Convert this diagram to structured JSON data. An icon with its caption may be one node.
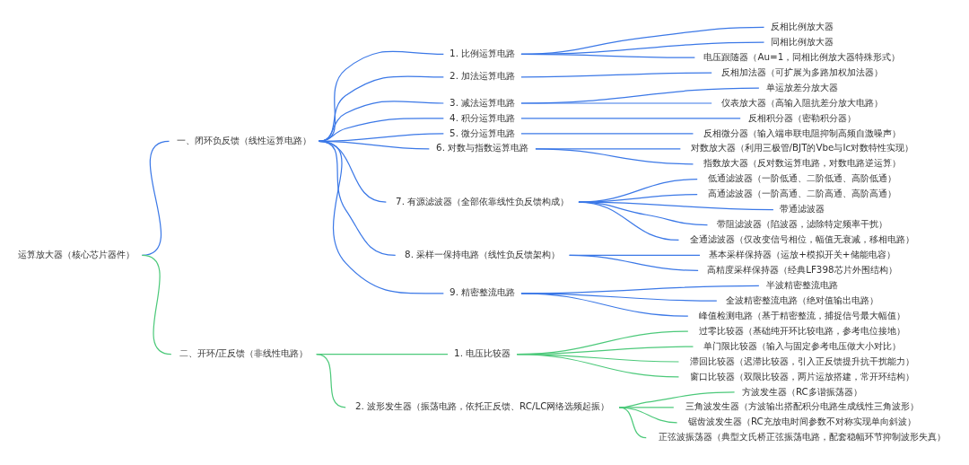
{
  "diagram": {
    "nodes": [
      {
        "text": [
          "运算放大器（核心芯片器件）"
        ]
      },
      {
        "text": [
          "一、闭环负反馈（线性运算电路）"
        ]
      },
      {
        "text": [
          "1. 比例运算电路"
        ]
      },
      {
        "text": [
          "反相比例放大器"
        ]
      },
      {
        "text": [
          "同相比例放大器"
        ]
      },
      {
        "text": [
          "电压跟随器（Au=1，同相比例放大器特殊形式）"
        ]
      },
      {
        "text": [
          "2. 加法运算电路"
        ]
      },
      {
        "text": [
          "反相加法器（可扩展为多路加权加法器）"
        ]
      },
      {
        "text": [
          "3. 减法运算电路"
        ]
      },
      {
        "text": [
          "单运放差分放大器"
        ]
      },
      {
        "text": [
          "仪表放大器（高输入阻抗差分放大电路）"
        ]
      },
      {
        "text": [
          "4. 积分运算电路"
        ]
      },
      {
        "text": [
          "反相积分器（密勒积分器）"
        ]
      },
      {
        "text": [
          "5. 微分运算电路"
        ]
      },
      {
        "text": [
          "反相微分器（输入端串联电阻抑制高频自激噪声）"
        ]
      },
      {
        "text": [
          "6. 对数与指数运算电路"
        ]
      },
      {
        "text": [
          "对数放大器（利用三极管/BJT的Vbe与Ic对数特性实现）"
        ]
      },
      {
        "text": [
          "指数放大器（反对数运算电路，对数电路逆运算）"
        ]
      },
      {
        "text": [
          "7. 有源滤波器（全部依靠线性负反馈构成）"
        ]
      },
      {
        "text": [
          "低通滤波器（一阶低通、二阶低通、高阶低通）"
        ]
      },
      {
        "text": [
          "高通滤波器（一阶高通、二阶高通、高阶高通）"
        ]
      },
      {
        "text": [
          "带通滤波器"
        ]
      },
      {
        "text": [
          "带阻滤波器（陷波器，滤除特定频率干扰）"
        ]
      },
      {
        "text": [
          "全通滤波器（仅改变信号相位，幅值无衰减，移相电路）"
        ]
      },
      {
        "text": [
          "8. 采样一保持电路（线性负反馈架构）"
        ]
      },
      {
        "text": [
          "基本采样保持器（运放+模拟开关+储能电容）"
        ]
      },
      {
        "text": [
          "高精度采样保持器（经典LF398芯片外围结构）"
        ]
      },
      {
        "text": [
          "9. 精密整流电路"
        ]
      },
      {
        "text": [
          "半波精密整流电路"
        ]
      },
      {
        "text": [
          "全波精密整流电路（绝对值输出电路）"
        ]
      },
      {
        "text": [
          "峰值检测电路（基于精密整流，捕捉信号最大幅值）"
        ]
      },
      {
        "text": [
          "二、开环/正反馈（非线性电路）"
        ]
      },
      {
        "text": [
          "1. 电压比较器"
        ]
      },
      {
        "text": [
          "过零比较器（基础纯开环比较电路，参考电位接地）"
        ]
      },
      {
        "text": [
          "单门限比较器（输入与固定参考电压做大小对比）"
        ]
      },
      {
        "text": [
          "滞回比较器（迟滞比较器，引入正反馈提升抗干扰能力）"
        ]
      },
      {
        "text": [
          "窗口比较器（双限比较器，两片运放搭建，常开环结构）"
        ]
      },
      {
        "text": [
          "2. 波形发生器（振荡电路，依托正反馈、RC/LC网络选频起振）"
        ]
      },
      {
        "text": [
          "方波发生器（RC多谐振荡器）"
        ]
      },
      {
        "text": [
          "三角波发生器（方波输出搭配积分电路生成线性三角波形）"
        ]
      },
      {
        "text": [
          "锯齿波发生器（RC充放电时间参数不对称实现单向斜波）"
        ]
      },
      {
        "text": [
          "正弦波振荡器（典型文氏桥正弦振荡电路，配套稳幅环节抑制波形失真）"
        ]
      }
    ],
    "edges": [
      {
        "from": 0,
        "to": 1,
        "arrow": "none"
      },
      {
        "from": 1,
        "to": 2,
        "arrow": "none"
      },
      {
        "from": 2,
        "to": 3,
        "arrow": "none"
      },
      {
        "from": 2,
        "to": 4,
        "arrow": "none"
      },
      {
        "from": 2,
        "to": 5,
        "arrow": "none"
      },
      {
        "from": 1,
        "to": 6,
        "arrow": "none"
      },
      {
        "from": 6,
        "to": 7,
        "arrow": "none"
      },
      {
        "from": 1,
        "to": 8,
        "arrow": "none"
      },
      {
        "from": 8,
        "to": 9,
        "arrow": "none"
      },
      {
        "from": 8,
        "to": 10,
        "arrow": "none"
      },
      {
        "from": 1,
        "to": 11,
        "arrow": "none"
      },
      {
        "from": 11,
        "to": 12,
        "arrow": "none"
      },
      {
        "from": 1,
        "to": 13,
        "arrow": "none"
      },
      {
        "from": 13,
        "to": 14,
        "arrow": "none"
      },
      {
        "from": 1,
        "to": 15,
        "arrow": "none"
      },
      {
        "from": 15,
        "to": 16,
        "arrow": "none"
      },
      {
        "from": 15,
        "to": 17,
        "arrow": "none"
      },
      {
        "from": 1,
        "to": 18,
        "arrow": "none"
      },
      {
        "from": 18,
        "to": 19,
        "arrow": "none"
      },
      {
        "from": 18,
        "to": 20,
        "arrow": "none"
      },
      {
        "from": 18,
        "to": 21,
        "arrow": "none"
      },
      {
        "from": 18,
        "to": 22,
        "arrow": "none"
      },
      {
        "from": 18,
        "to": 23,
        "arrow": "none"
      },
      {
        "from": 1,
        "to": 24,
        "arrow": "none"
      },
      {
        "from": 24,
        "to": 25,
        "arrow": "none"
      },
      {
        "from": 24,
        "to": 26,
        "arrow": "none"
      },
      {
        "from": 1,
        "to": 27,
        "arrow": "none"
      },
      {
        "from": 27,
        "to": 28,
        "arrow": "none"
      },
      {
        "from": 27,
        "to": 29,
        "arrow": "none"
      },
      {
        "from": 27,
        "to": 30,
        "arrow": "none"
      },
      {
        "from": 0,
        "to": 31,
        "arrow": "none",
        "color": "#4cc97a"
      },
      {
        "from": 31,
        "to": 32,
        "arrow": "none",
        "color": "#4cc97a"
      },
      {
        "from": 32,
        "to": 33,
        "arrow": "none",
        "color": "#4cc97a"
      },
      {
        "from": 32,
        "to": 34,
        "arrow": "none",
        "color": "#4cc97a"
      },
      {
        "from": 32,
        "to": 35,
        "arrow": "none",
        "color": "#4cc97a"
      },
      {
        "from": 32,
        "to": 36,
        "arrow": "none",
        "color": "#4cc97a"
      },
      {
        "from": 31,
        "to": 37,
        "arrow": "none",
        "color": "#4cc97a"
      },
      {
        "from": 37,
        "to": 38,
        "arrow": "none",
        "color": "#4cc97a"
      },
      {
        "from": 37,
        "to": 39,
        "arrow": "none",
        "color": "#4cc97a"
      },
      {
        "from": 37,
        "to": 40,
        "arrow": "none",
        "color": "#4cc97a"
      },
      {
        "from": 37,
        "to": 41,
        "arrow": "none",
        "color": "#4cc97a"
      }
    ]
  }
}
